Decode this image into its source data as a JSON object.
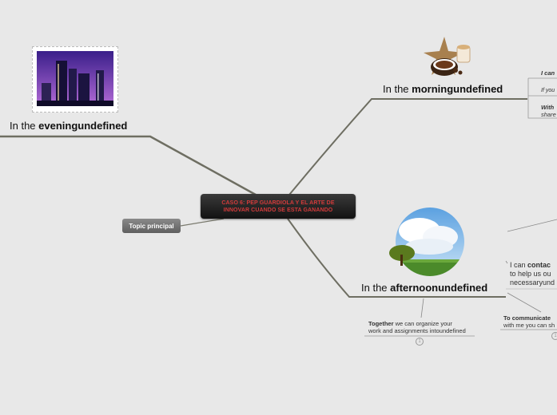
{
  "central_topic": "CASO 6: PEP GUARDIOLA Y EL ARTE DE INNOVAR CUANDO SE ESTA GANANDO",
  "topic_principal": "Topic principal",
  "evening": {
    "prefix": "In the ",
    "bold": "eveningundefined"
  },
  "morning": {
    "prefix": "In the ",
    "bold": "morningundefined",
    "sub1_bold": "I can",
    "sub2": "If you",
    "sub3_bold": "With",
    "sub3_rest": "share"
  },
  "afternoon": {
    "prefix": "In the ",
    "bold": "afternoonundefined",
    "together_bold": "Together",
    "together_line1": " we can organize your",
    "together_line2": "work and assignments intoundefined",
    "together_badge": "1",
    "contact_pre": "I can ",
    "contact_bold": "contac",
    "contact_line2": "to help us ou",
    "contact_line3": "necessaryund",
    "communicate_bold": "To communicate",
    "communicate_line2": "with me you can sh",
    "communicate_badge": "1"
  },
  "colors": {
    "background": "#e8e8e8",
    "line": "#6e6e62",
    "central_text": "#d23a3a"
  }
}
